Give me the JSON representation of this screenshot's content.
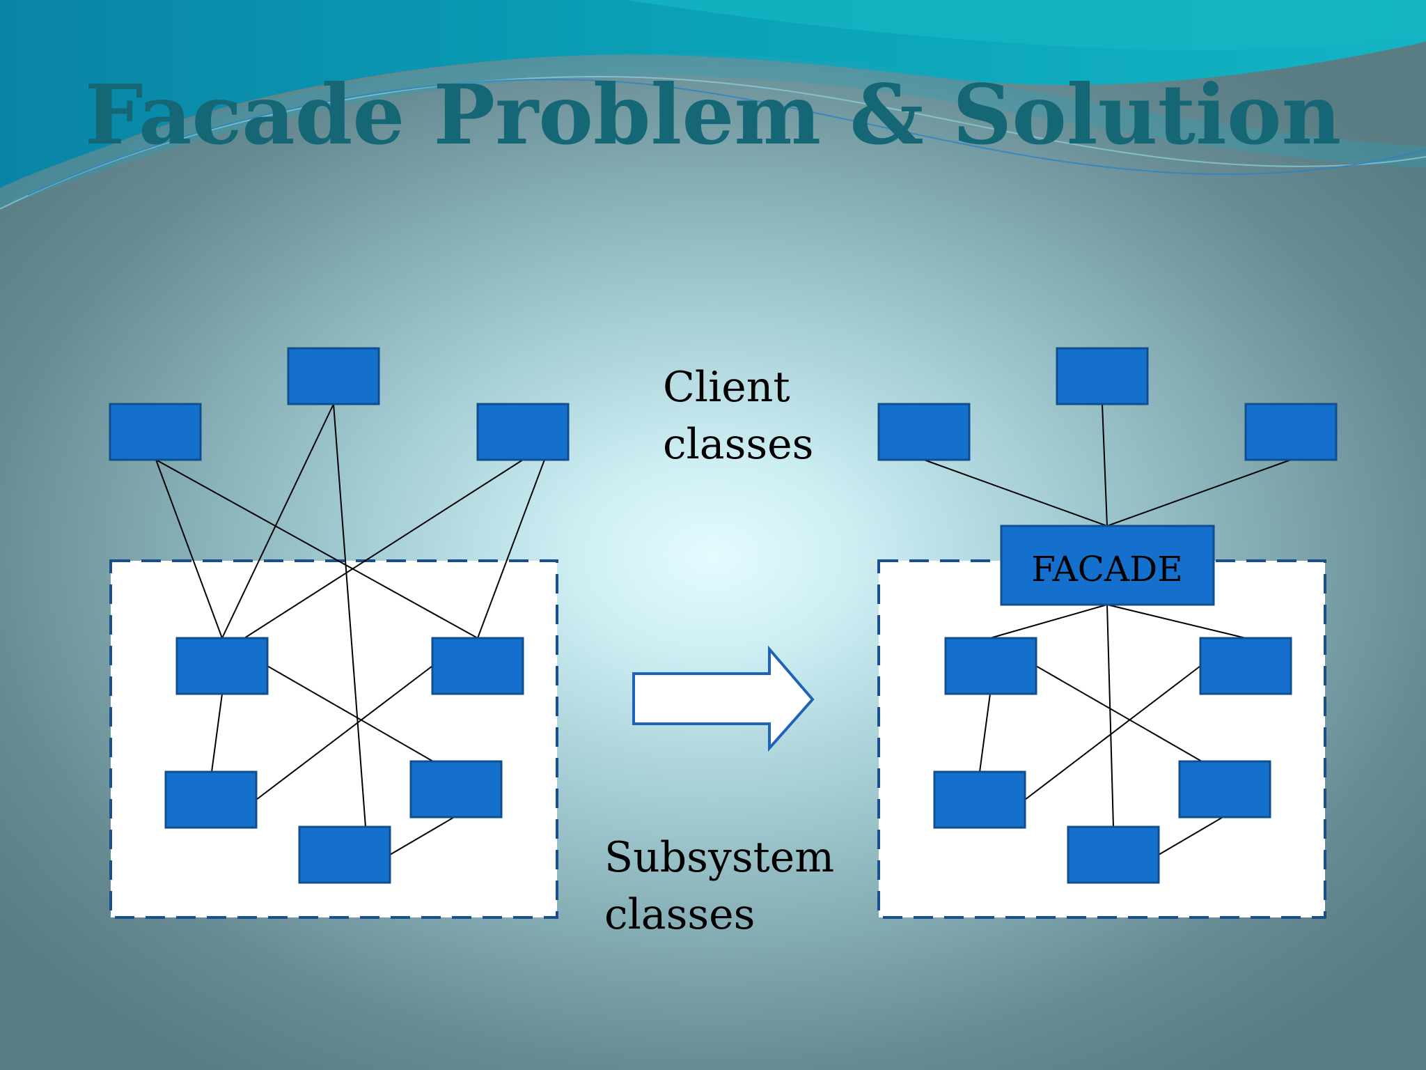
{
  "slide": {
    "title": "Facade Problem & Solution",
    "client_label": [
      "Client",
      "classes"
    ],
    "subsystem_label": [
      "Subsystem",
      "classes"
    ],
    "facade_label": "FACADE"
  },
  "colors": {
    "title": "#166776",
    "box_fill": "#1470cc",
    "box_stroke": "#0f4f8f",
    "dashed_border": "#1a4f8f",
    "arrow_stroke": "#1f63b8",
    "wave_teal": "#0fa6b9",
    "wave_dark": "#0a6f93"
  },
  "icons": {
    "transition_arrow": "right-arrow-icon"
  }
}
